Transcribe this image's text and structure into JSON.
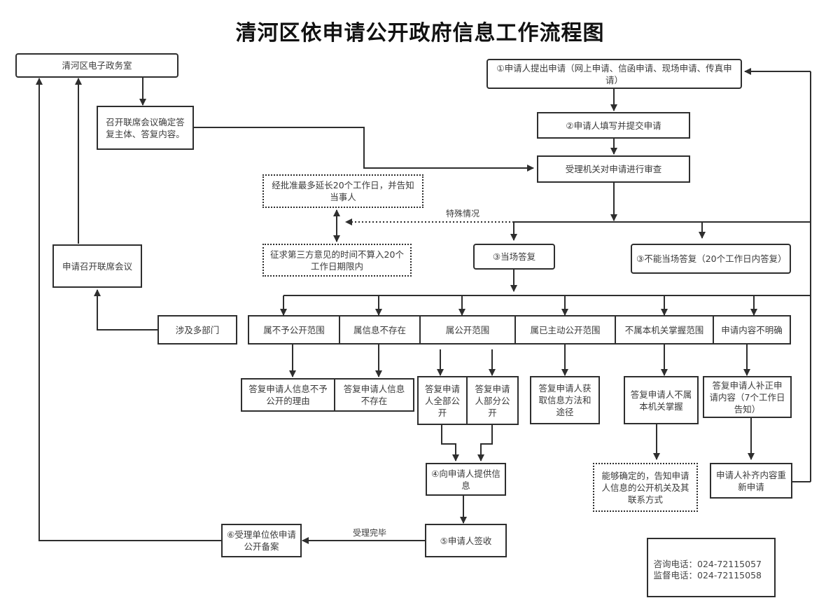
{
  "title": "清河区依申请公开政府信息工作流程图",
  "nodes": {
    "e_gov_office": "清河区电子政务室",
    "joint_meeting": "召开联席会议确定答复主体、答复内容。",
    "apply_joint_meeting": "申请召开联席会议",
    "multi_dept": "涉及多部门",
    "step1": "①申请人提出申请（网上申请、信函申请、现场申请、传真申请）",
    "step2": "②申请人填写并提交申请",
    "review": "受理机关对申请进行审查",
    "extend": "经批准最多延长20个工作日，并告知当事人",
    "third_party": "征求第三方意见的时间不算入20个工作日期限内",
    "reply_onsite": "③当场答复",
    "reply_later": "③不能当场答复（20个工作日内答复）",
    "cat_not_public": "属不予公开范围",
    "cat_not_exist": "属信息不存在",
    "cat_public": "属公开范围",
    "cat_already_public": "属已主动公开范围",
    "cat_not_held": "不属本机关掌握范围",
    "cat_unclear": "申请内容不明确",
    "ans_not_public": "答复申请人信息不予公开的理由",
    "ans_not_exist": "答复申请人信息不存在",
    "ans_full_public": "答复申请人全部公开",
    "ans_partial_public": "答复申请人部分公开",
    "ans_method": "答复申请人获取信息方法和途径",
    "ans_not_held": "答复申请人不属本机关掌握",
    "ans_correct": "答复申请人补正申请内容（7个工作日告知）",
    "notify_agency": "能够确定的，告知申请人信息的公开机关及其联系方式",
    "resubmit": "申请人补齐内容重新申请",
    "step4": "④向申请人提供信息",
    "step5": "⑤申请人签收",
    "step6": "⑥受理单位依申请公开备案"
  },
  "edge_labels": {
    "special": "特殊情况",
    "done": "受理完毕"
  },
  "contact": {
    "consult": "咨询电话：024-72115057",
    "supervise": "监督电话：024-72115058"
  },
  "colors": {
    "line": "#2e2e2e",
    "text": "#3a3a3a",
    "background": "#ffffff"
  }
}
